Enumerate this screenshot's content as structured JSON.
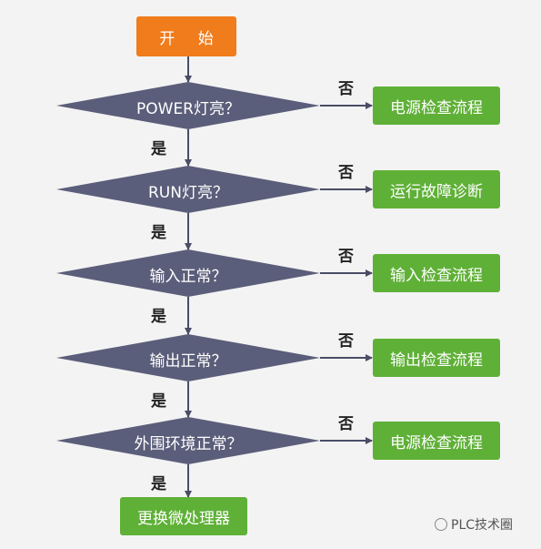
{
  "start": "开 始",
  "steps": [
    {
      "question": "POWER灯亮？",
      "no_action": "电源检查流程"
    },
    {
      "question": "RUN灯亮？",
      "no_action": "运行故障诊断"
    },
    {
      "question": "输入正常？",
      "no_action": "输入检查流程"
    },
    {
      "question": "输出正常？",
      "no_action": "输出检查流程"
    },
    {
      "question": "外围环境正常？",
      "no_action": "电源检查流程"
    }
  ],
  "no_label": "否",
  "yes_label": "是",
  "final": "更换微处理器",
  "watermark": "PLC技术圈",
  "colors": {
    "start": "#f07c1c",
    "decision": "#5b5e7a",
    "action": "#5fb037",
    "line": "#4a4d66",
    "background": "#f3f3f3"
  }
}
